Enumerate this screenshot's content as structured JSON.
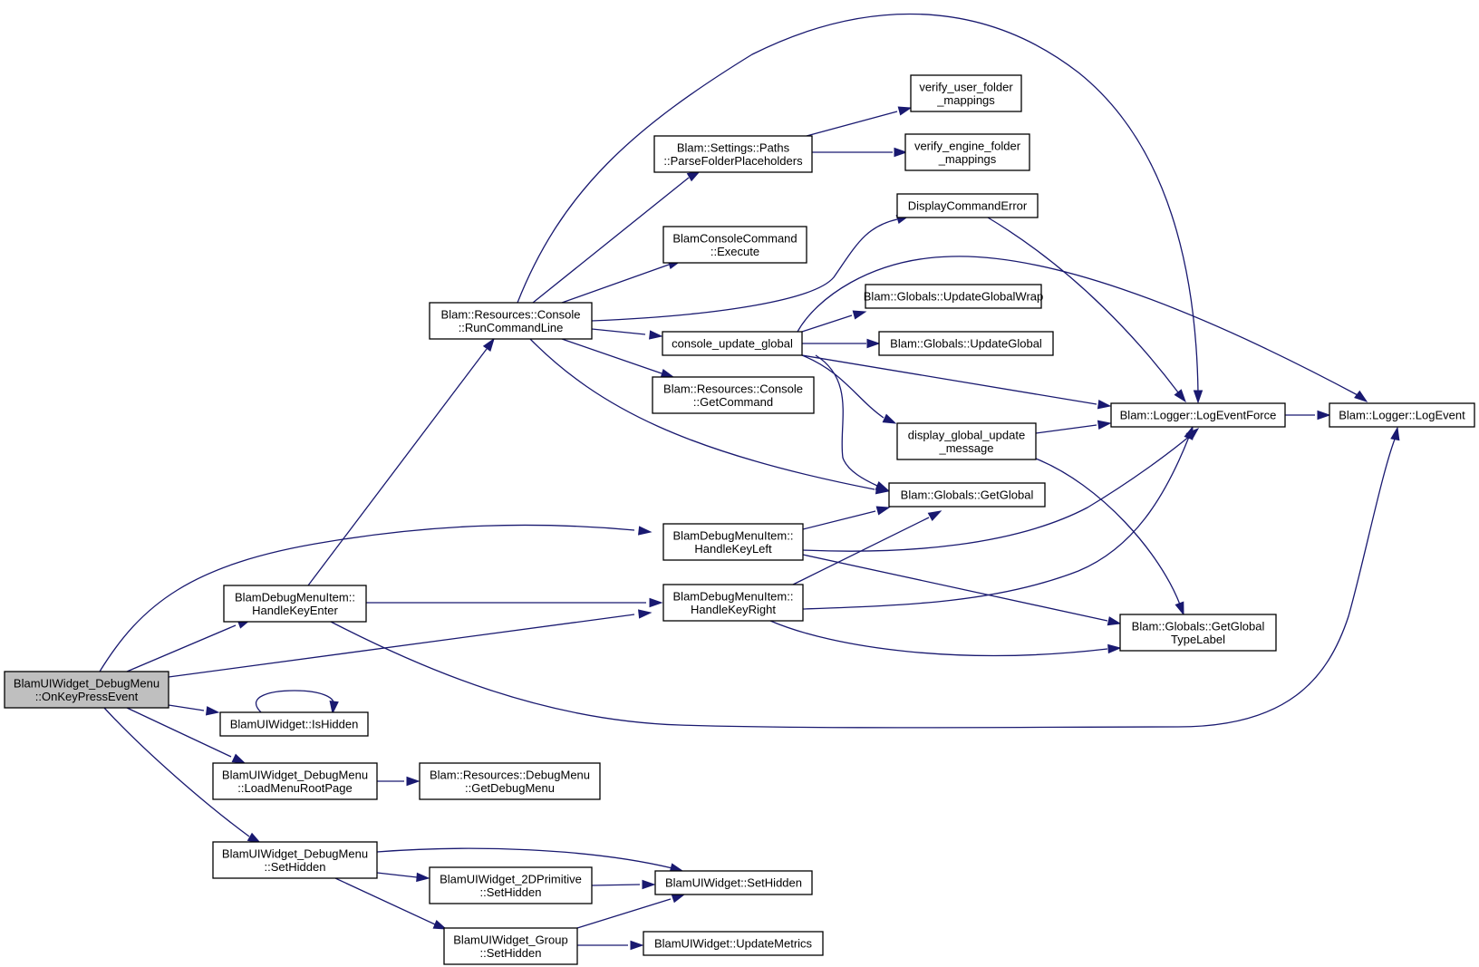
{
  "graph": {
    "type": "call-graph",
    "colors": {
      "edge": "#191970",
      "node_fill": "#ffffff",
      "root_fill": "#bfbfbf",
      "node_border": "#000000",
      "text": "#000000"
    },
    "root": "root",
    "nodes": [
      {
        "id": "root",
        "lines": [
          "BlamUIWidget_DebugMenu",
          "::OnKeyPressEvent"
        ]
      },
      {
        "id": "enter",
        "lines": [
          "BlamDebugMenuItem::",
          "HandleKeyEnter"
        ]
      },
      {
        "id": "ishid",
        "lines": [
          "BlamUIWidget::IsHidden"
        ]
      },
      {
        "id": "loadroot",
        "lines": [
          "BlamUIWidget_DebugMenu",
          "::LoadMenuRootPage"
        ]
      },
      {
        "id": "dmsethid",
        "lines": [
          "BlamUIWidget_DebugMenu",
          "::SetHidden"
        ]
      },
      {
        "id": "runcmd",
        "lines": [
          "Blam::Resources::Console",
          "::RunCommandLine"
        ]
      },
      {
        "id": "getdbg",
        "lines": [
          "Blam::Resources::DebugMenu",
          "::GetDebugMenu"
        ]
      },
      {
        "id": "p2d",
        "lines": [
          "BlamUIWidget_2DPrimitive",
          "::SetHidden"
        ]
      },
      {
        "id": "grp",
        "lines": [
          "BlamUIWidget_Group",
          "::SetHidden"
        ]
      },
      {
        "id": "paths",
        "lines": [
          "Blam::Settings::Paths",
          "::ParseFolderPlaceholders"
        ]
      },
      {
        "id": "exec",
        "lines": [
          "BlamConsoleCommand",
          "::Execute"
        ]
      },
      {
        "id": "cug",
        "lines": [
          "console_update_global"
        ]
      },
      {
        "id": "getcmd",
        "lines": [
          "Blam::Resources::Console",
          "::GetCommand"
        ]
      },
      {
        "id": "left",
        "lines": [
          "BlamDebugMenuItem::",
          "HandleKeyLeft"
        ]
      },
      {
        "id": "right",
        "lines": [
          "BlamDebugMenuItem::",
          "HandleKeyRight"
        ]
      },
      {
        "id": "wsethid",
        "lines": [
          "BlamUIWidget::SetHidden"
        ]
      },
      {
        "id": "upd",
        "lines": [
          "BlamUIWidget::UpdateMetrics"
        ]
      },
      {
        "id": "vuser",
        "lines": [
          "verify_user_folder",
          "_mappings"
        ]
      },
      {
        "id": "veng",
        "lines": [
          "verify_engine_folder",
          "_mappings"
        ]
      },
      {
        "id": "dce",
        "lines": [
          "DisplayCommandError"
        ]
      },
      {
        "id": "ugw",
        "lines": [
          "Blam::Globals::UpdateGlobalWrap"
        ]
      },
      {
        "id": "ug",
        "lines": [
          "Blam::Globals::UpdateGlobal"
        ]
      },
      {
        "id": "dgum",
        "lines": [
          "display_global_update",
          "_message"
        ]
      },
      {
        "id": "gg",
        "lines": [
          "Blam::Globals::GetGlobal"
        ]
      },
      {
        "id": "lef",
        "lines": [
          "Blam::Logger::LogEventForce"
        ]
      },
      {
        "id": "ggtl",
        "lines": [
          "Blam::Globals::GetGlobal",
          "TypeLabel"
        ]
      },
      {
        "id": "le",
        "lines": [
          "Blam::Logger::LogEvent"
        ]
      }
    ],
    "edges": [
      [
        "root",
        "left"
      ],
      [
        "root",
        "enter"
      ],
      [
        "root",
        "right"
      ],
      [
        "root",
        "ishid"
      ],
      [
        "root",
        "loadroot"
      ],
      [
        "root",
        "dmsethid"
      ],
      [
        "enter",
        "runcmd"
      ],
      [
        "enter",
        "right"
      ],
      [
        "enter",
        "le"
      ],
      [
        "ishid",
        "ishid"
      ],
      [
        "loadroot",
        "getdbg"
      ],
      [
        "dmsethid",
        "wsethid"
      ],
      [
        "dmsethid",
        "p2d"
      ],
      [
        "dmsethid",
        "grp"
      ],
      [
        "p2d",
        "wsethid"
      ],
      [
        "grp",
        "wsethid"
      ],
      [
        "grp",
        "upd"
      ],
      [
        "runcmd",
        "lef"
      ],
      [
        "runcmd",
        "paths"
      ],
      [
        "runcmd",
        "exec"
      ],
      [
        "runcmd",
        "dce"
      ],
      [
        "runcmd",
        "cug"
      ],
      [
        "runcmd",
        "getcmd"
      ],
      [
        "runcmd",
        "gg"
      ],
      [
        "paths",
        "vuser"
      ],
      [
        "paths",
        "veng"
      ],
      [
        "dce",
        "lef"
      ],
      [
        "cug",
        "le"
      ],
      [
        "cug",
        "ugw"
      ],
      [
        "cug",
        "ug"
      ],
      [
        "cug",
        "lef"
      ],
      [
        "cug",
        "dgum"
      ],
      [
        "cug",
        "gg"
      ],
      [
        "dgum",
        "lef"
      ],
      [
        "dgum",
        "ggtl"
      ],
      [
        "left",
        "gg"
      ],
      [
        "left",
        "lef"
      ],
      [
        "left",
        "ggtl"
      ],
      [
        "right",
        "gg"
      ],
      [
        "right",
        "lef"
      ],
      [
        "right",
        "ggtl"
      ],
      [
        "lef",
        "le"
      ]
    ]
  }
}
